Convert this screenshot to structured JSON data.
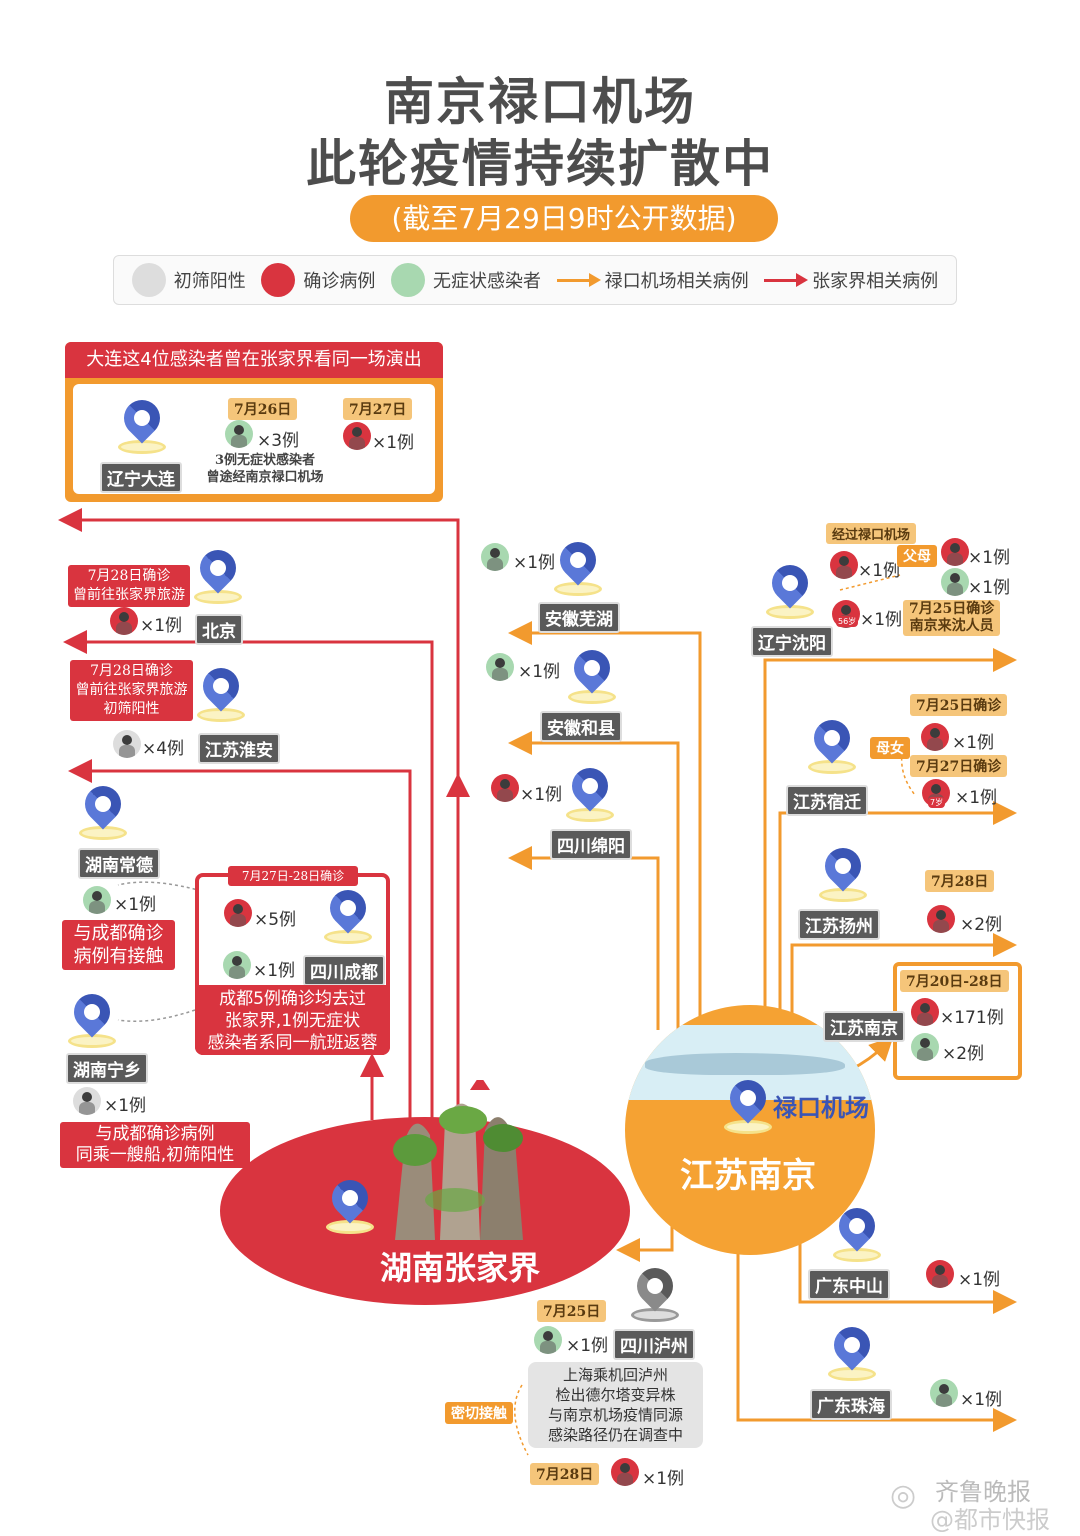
{
  "header": {
    "title_line1": "南京禄口机场",
    "title_line2": "此轮疫情持续扩散中",
    "subtitle": "(截至7月29日9时公开数据)"
  },
  "legend": [
    {
      "label": "初筛阳性",
      "type": "dot",
      "color": "#dddddd"
    },
    {
      "label": "确诊病例",
      "type": "dot",
      "color": "#d9343f"
    },
    {
      "label": "无症状感染者",
      "type": "dot",
      "color": "#a8d8b0"
    },
    {
      "label": "禄口机场相关病例",
      "type": "arrow",
      "color": "#f29a2e"
    },
    {
      "label": "张家界相关病例",
      "type": "arrow",
      "color": "#d9343f"
    }
  ],
  "dalian": {
    "header": "大连这4位感染者曾在张家界看同一场演出",
    "place": "辽宁大连",
    "date1": "7月26日",
    "count1": "×3例",
    "note_line1": "3例无症状感染者",
    "note_line2": "曾途经南京禄口机场",
    "date2": "7月27日",
    "count2": "×1例"
  },
  "beijing": {
    "note_line1": "7月28日确诊",
    "note_line2": "曾前往张家界旅游",
    "count": "×1例",
    "place": "北京"
  },
  "huaian": {
    "note_line1": "7月28日确诊",
    "note_line2": "曾前往张家界旅游",
    "note_line3": "初筛阳性",
    "count": "×4例",
    "place": "江苏淮安"
  },
  "changde": {
    "place": "湖南常德",
    "count": "×1例",
    "note_line1": "与成都确诊",
    "note_line2": "病例有接触"
  },
  "ningxiang": {
    "place": "湖南宁乡",
    "count": "×1例",
    "note_line1": "与成都确诊病例",
    "note_line2": "同乘一艘船,初筛阳性"
  },
  "chengdu": {
    "header": "7月27日-28日确诊",
    "count1": "×5例",
    "count2": "×1例",
    "place": "四川成都",
    "note_line1": "成都5例确诊均去过",
    "note_line2": "张家界,1例无症状",
    "note_line3": "感染者系同一航班返蓉"
  },
  "zhangjiajie": {
    "label": "湖南张家界"
  },
  "wuhu": {
    "count": "×1例",
    "place": "安徽芜湖"
  },
  "hexian": {
    "count": "×1例",
    "place": "安徽和县"
  },
  "mianyang": {
    "count": "×1例",
    "place": "四川绵阳"
  },
  "shenyang": {
    "tag": "经过禄口机场",
    "count1": "×1例",
    "relation": "父母",
    "count2": "×1例",
    "count3": "×1例",
    "age": "56岁",
    "count4": "×1例",
    "note_line1": "7月25日确诊",
    "note_line2": "南京来沈人员",
    "place": "辽宁沈阳"
  },
  "suqian": {
    "place": "江苏宿迁",
    "relation": "母女",
    "date1": "7月25日确诊",
    "count1": "×1例",
    "date2": "7月27日确诊",
    "age": "7岁",
    "count2": "×1例"
  },
  "yangzhou": {
    "place": "江苏扬州",
    "date": "7月28日",
    "count": "×2例"
  },
  "nanjing": {
    "place": "江苏南京",
    "date": "7月20日-28日",
    "count1": "×171例",
    "count2": "×2例"
  },
  "airport": {
    "name": "禄口机场",
    "city": "江苏南京"
  },
  "zhongshan": {
    "place": "广东中山",
    "count": "×1例"
  },
  "zhuhai": {
    "place": "广东珠海",
    "count": "×1例"
  },
  "luzhou": {
    "date1": "7月25日",
    "count1": "×1例",
    "place": "四川泸州",
    "note_line1": "上海乘机回泸州",
    "note_line2": "检出德尔塔变异株",
    "note_line3": "与南京机场疫情同源",
    "note_line4": "感染路径仍在调查中",
    "contact": "密切接触",
    "date2": "7月28日",
    "count2": "×1例"
  },
  "watermark": {
    "line1": "齐鲁晚报",
    "line2": "@都市快报"
  },
  "colors": {
    "red": "#d9343f",
    "orange": "#f29a2e",
    "blue": "#3a55b5",
    "gray_label": "#5a5a5a"
  }
}
